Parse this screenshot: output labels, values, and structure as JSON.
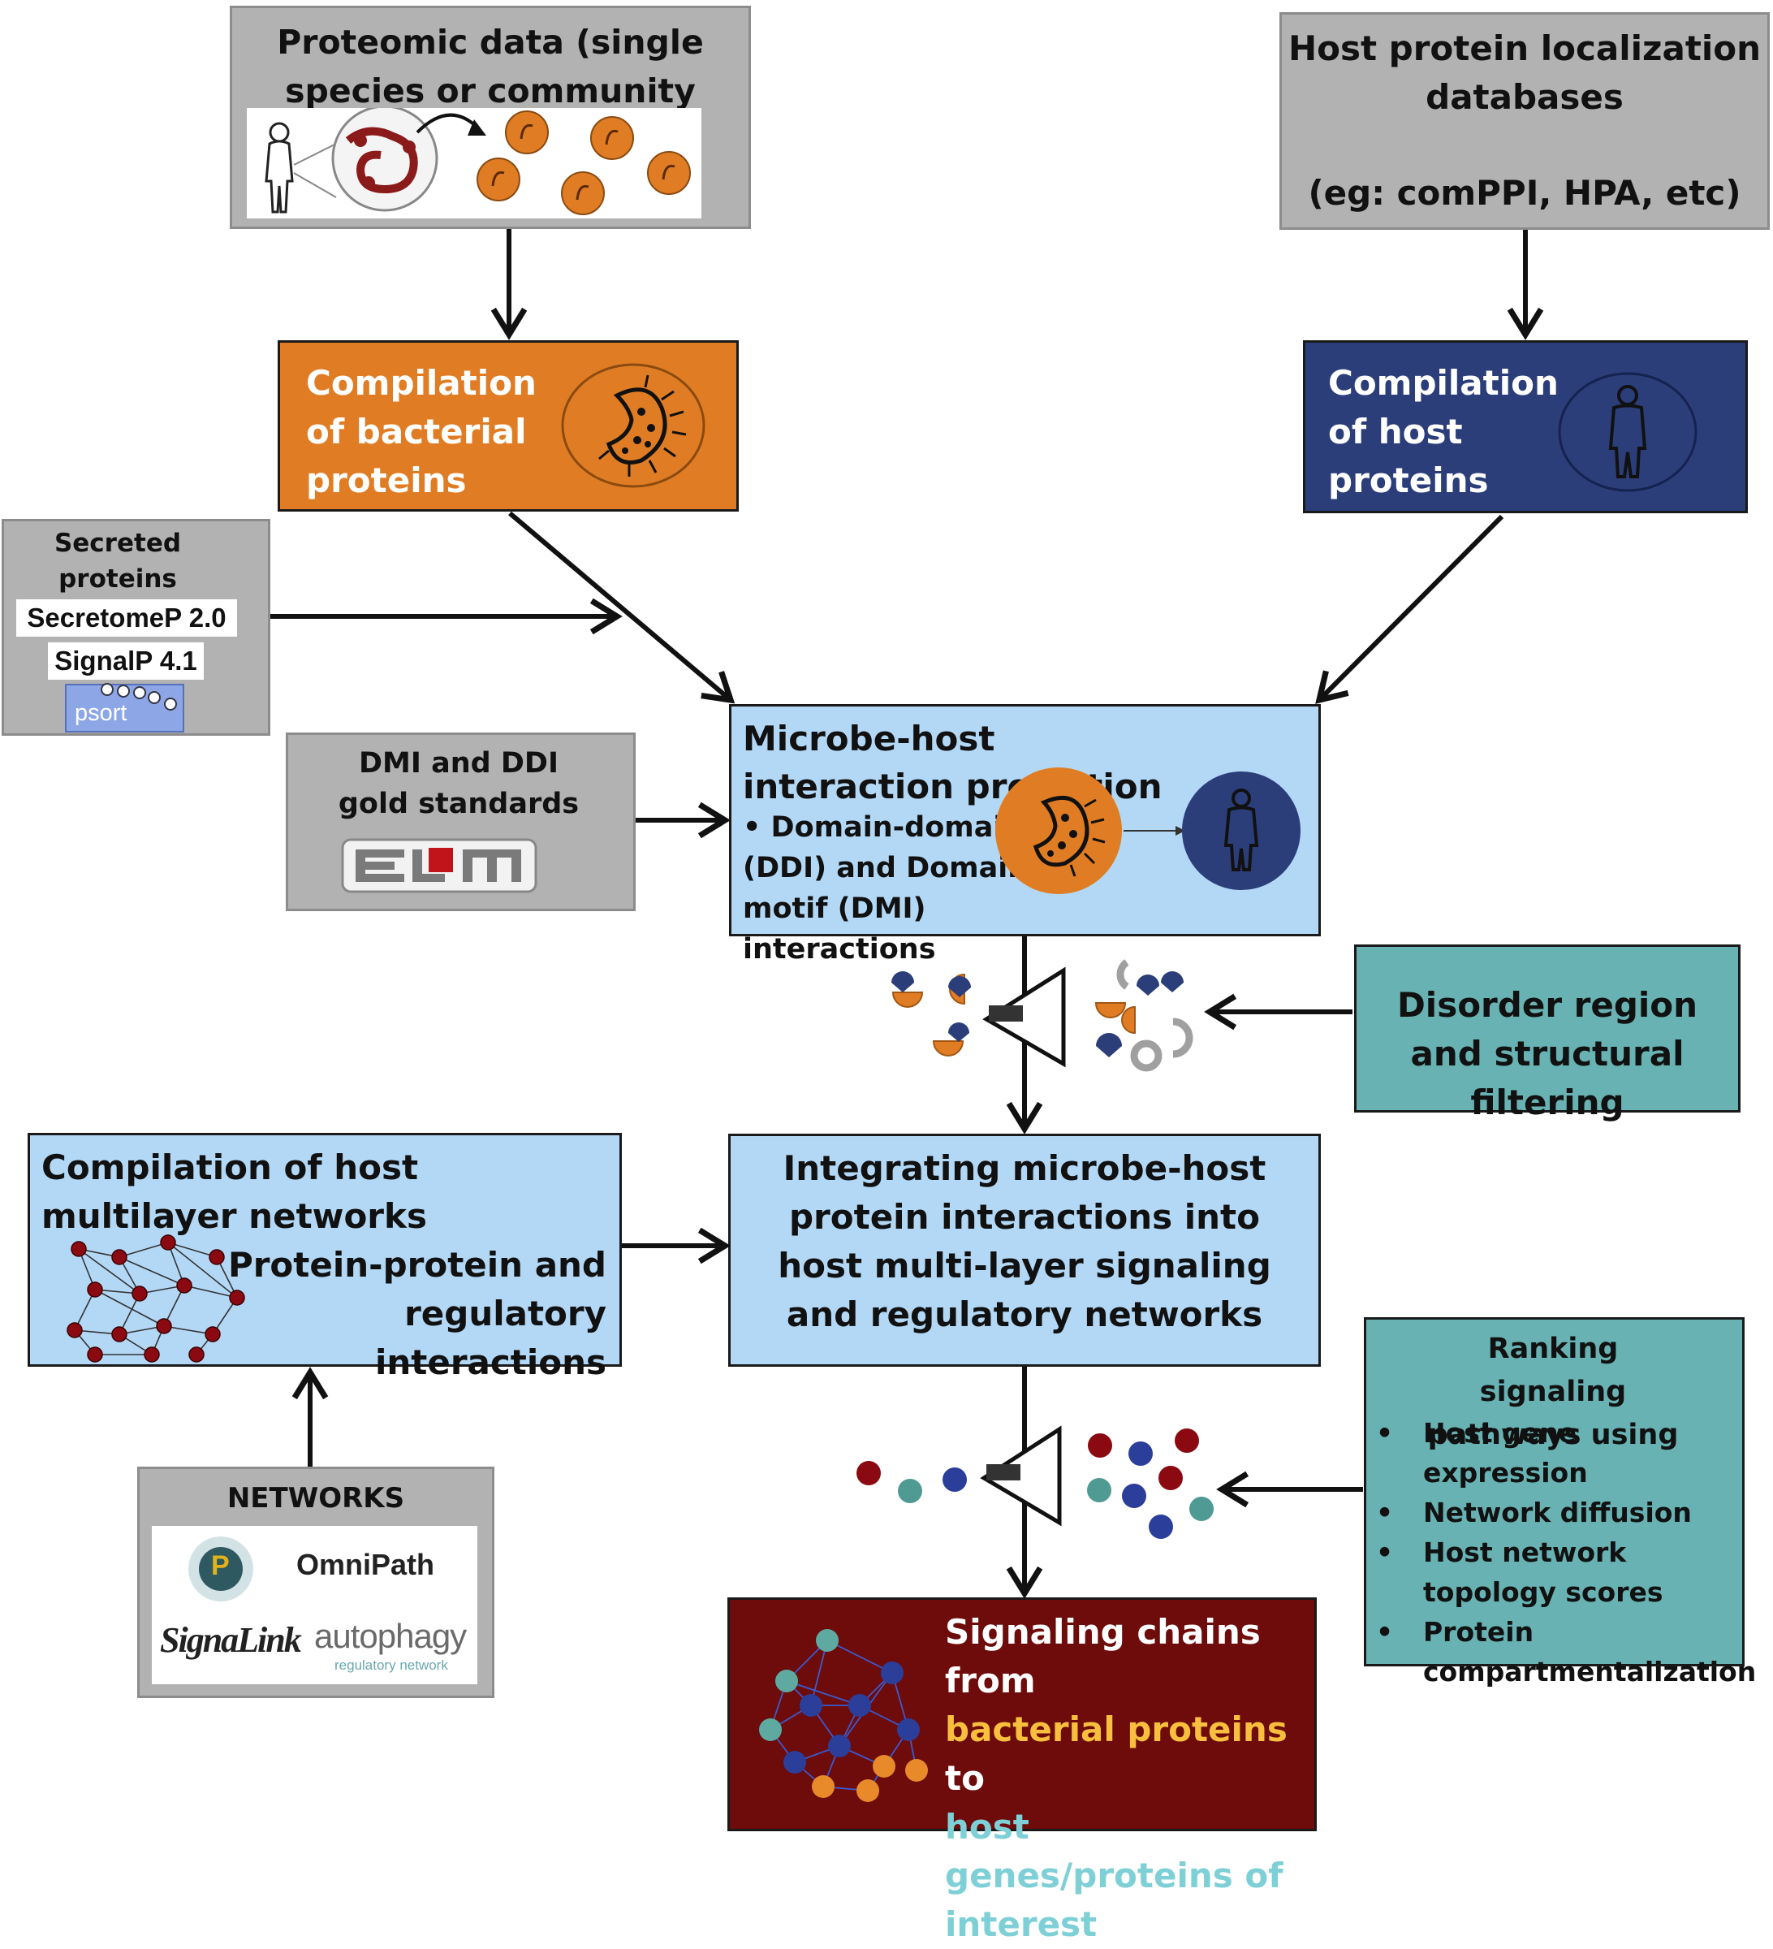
{
  "proteomic": {
    "text": "Proteomic data (single species or community level)"
  },
  "host_loc": {
    "line1": "Host protein localization databases",
    "line2": "(eg: comPPI, HPA, etc)"
  },
  "bacterial": {
    "label": "Compilation of bacterial proteins"
  },
  "host": {
    "label": "Compilation of host proteins"
  },
  "secreted": {
    "title": "Secreted proteins",
    "tool1": "SecretomeP 2.0",
    "tool2": "SignalP 4.1",
    "tool3": "psort"
  },
  "gold": {
    "title": "DMI and DDI gold standards",
    "logo": "ELM"
  },
  "prediction": {
    "title": "Microbe-host interaction prediction",
    "detail": "• Domain-domain (DDI) and Domain -motif (DMI) interactions"
  },
  "disorder": {
    "label": "Disorder region and structural filtering"
  },
  "multilayer": {
    "title": "Compilation of host multilayer networks",
    "sub": "Protein-protein and regulatory interactions"
  },
  "integrating": {
    "label": "Integrating microbe-host protein interactions into host multi-layer signaling and regulatory networks"
  },
  "networks": {
    "title": "NETWORKS",
    "omnipath": "OmniPath",
    "omnipath_letter": "P",
    "signalink": "SignaLink",
    "autophagy": "autophagy",
    "autophagy_sub": "regulatory network"
  },
  "ranking": {
    "title": "Ranking signaling pathways using",
    "items": [
      "Host gene expression",
      "Network diffusion",
      "Host network topology scores",
      "Protein compartmentalization"
    ]
  },
  "result": {
    "part1": "Signaling chains from",
    "part2": "bacterial proteins",
    "part3": "to",
    "part4": "host genes/proteins of interest"
  },
  "colors": {
    "orange": "#e07d24",
    "navy": "#2b3e7a",
    "light_blue": "#b3d8f6",
    "teal": "#68b2b3",
    "maroon": "#6e0b0b",
    "gray": "#b2b2b2",
    "yellow_text": "#f7bf3d",
    "cyan_text": "#7ed0d6"
  }
}
